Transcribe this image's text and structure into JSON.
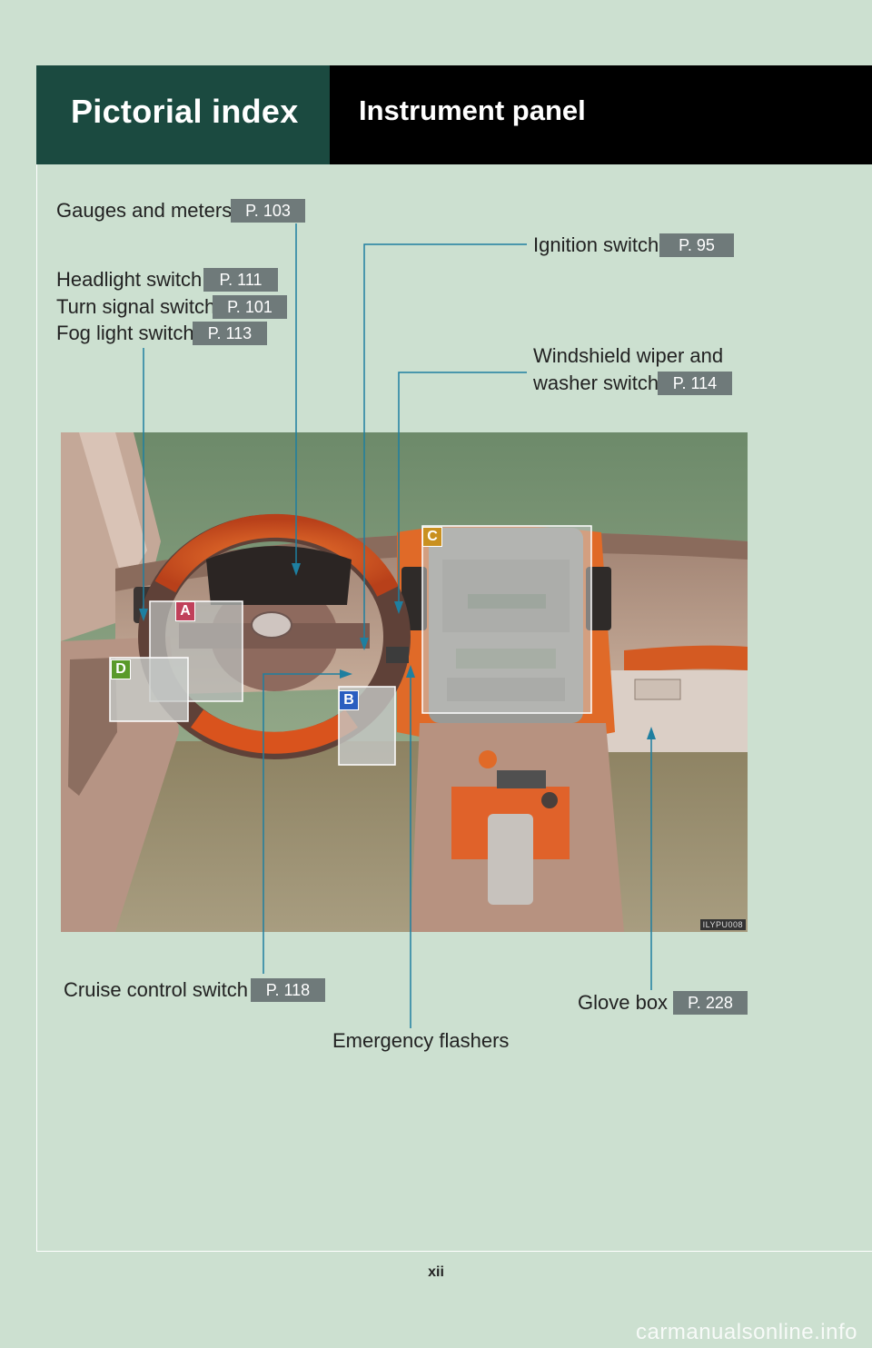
{
  "header": {
    "section": "Pictorial index",
    "title": "Instrument panel"
  },
  "callouts": {
    "gauges": {
      "label": "Gauges and meters",
      "page": "P. 103"
    },
    "ignition": {
      "label": "Ignition switch",
      "page": "P. 95"
    },
    "headlight": {
      "label": "Headlight switch",
      "page": "P. 111"
    },
    "turn_signal": {
      "label": "Turn signal switch",
      "page": "P. 101"
    },
    "fog_light": {
      "label": "Fog light switch",
      "page": "P. 113"
    },
    "wiper_line1": "Windshield wiper and",
    "wiper_line2": "washer switch",
    "wiper_page": "P. 114",
    "cruise": {
      "label": "Cruise control switch",
      "page": "P. 118"
    },
    "glove": {
      "label": "Glove box",
      "page": "P. 228"
    },
    "emergency": {
      "label": "Emergency flashers"
    }
  },
  "photo": {
    "markers": [
      "A",
      "B",
      "C",
      "D"
    ],
    "code": "ILYPU008",
    "marker_colors": {
      "A": "#c0405a",
      "B": "#2a5ec0",
      "C": "#c99020",
      "D": "#5a9a2a"
    }
  },
  "footer": {
    "page_number": "xii",
    "watermark": "carmanualsonline.info"
  }
}
